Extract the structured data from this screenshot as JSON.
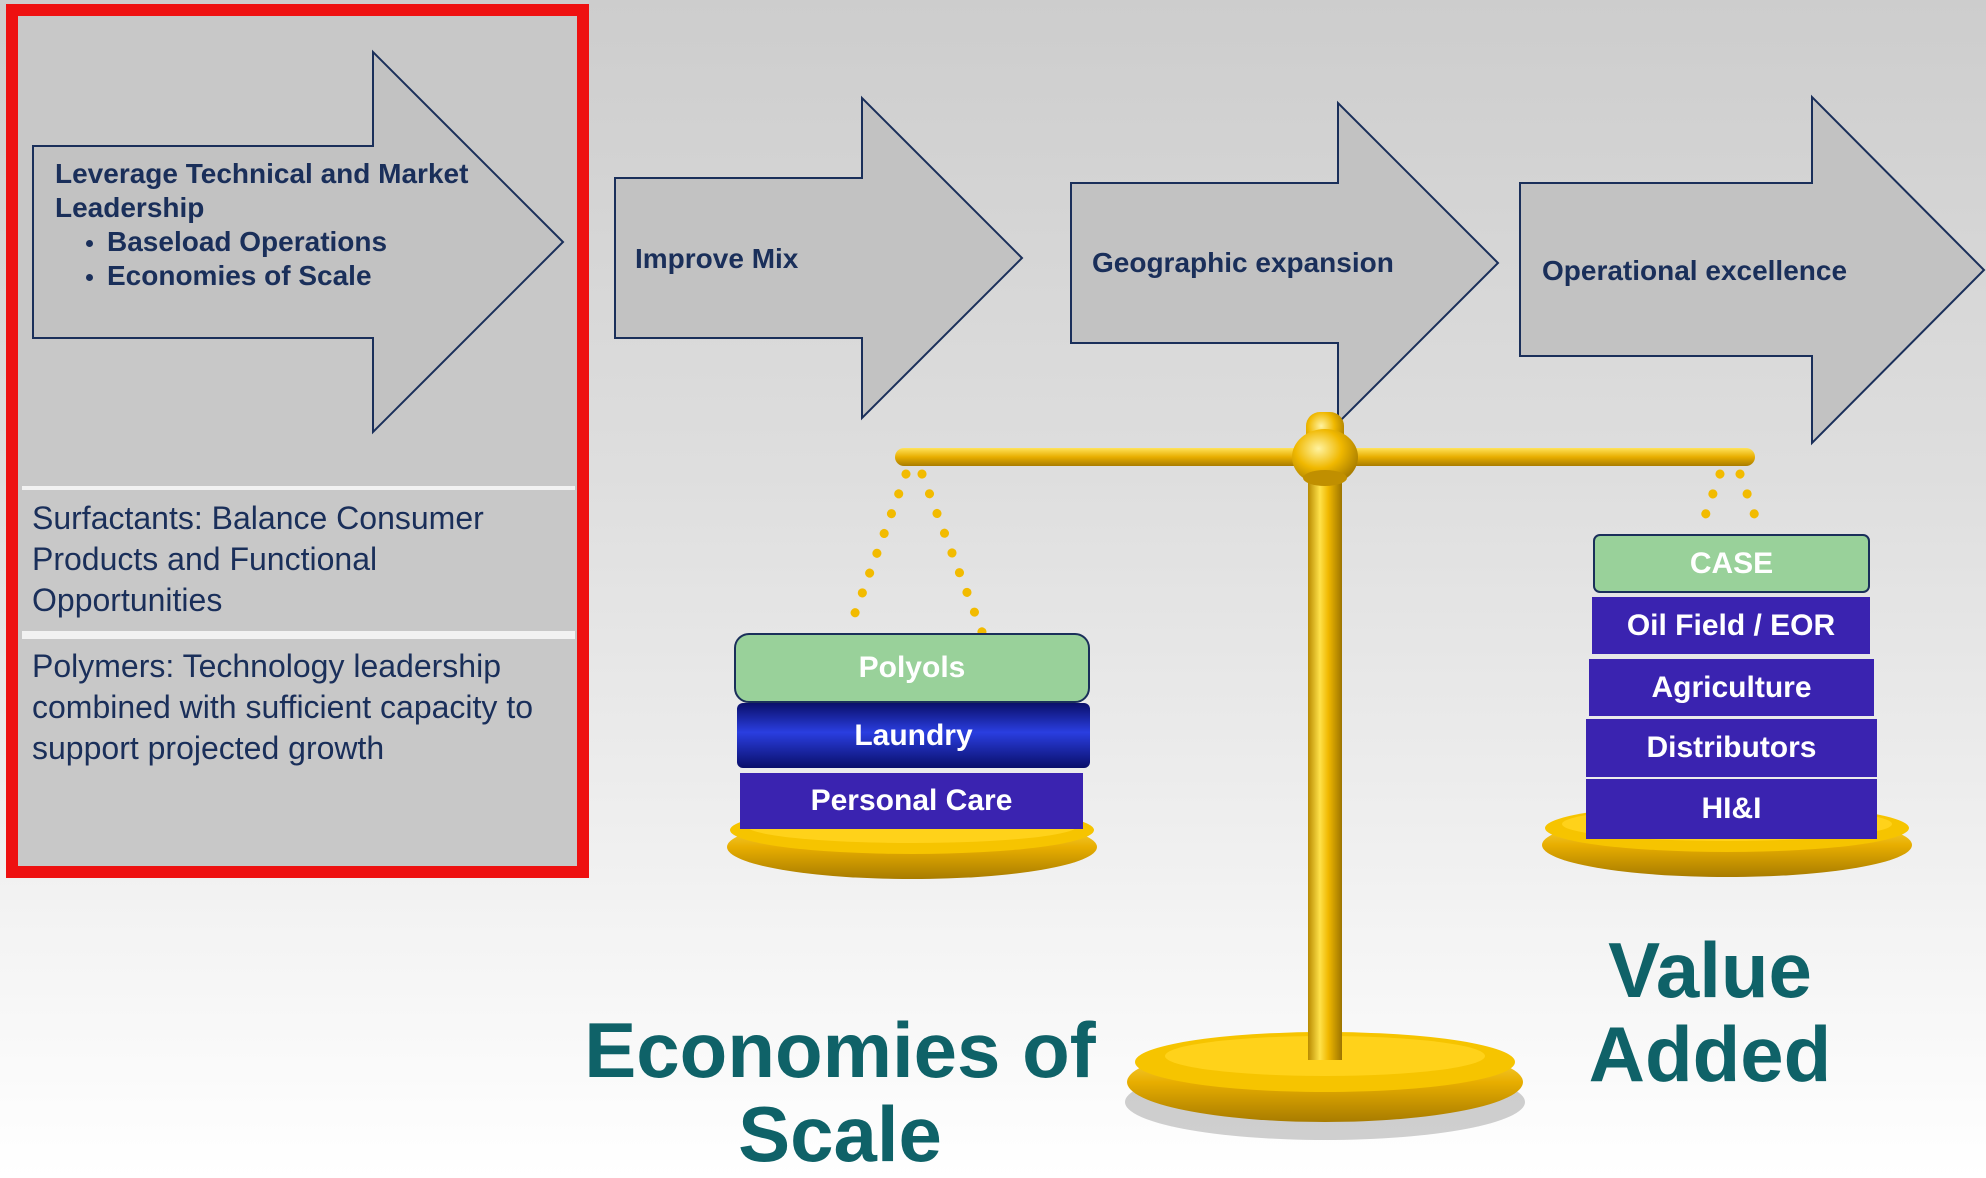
{
  "strategy_arrows": [
    {
      "title": "Leverage Technical and Market Leadership",
      "bullets": [
        "Baseload Operations",
        "Economies of Scale"
      ]
    },
    {
      "title": "Improve Mix"
    },
    {
      "title": "Geographic expansion"
    },
    {
      "title": "Operational excellence"
    }
  ],
  "panel": {
    "surfactants": "Surfactants: Balance Consumer Products and Functional Opportunities",
    "polymers": "Polymers: Technology leadership combined with sufficient capacity to support projected growth"
  },
  "scale": {
    "left_pan_blocks": [
      "Polyols",
      "Laundry",
      "Personal Care"
    ],
    "right_pan_blocks": [
      "CASE",
      "Oil Field / EOR",
      "Agriculture",
      "Distributors",
      "HI&I"
    ],
    "left_label": "Economies of Scale",
    "right_label": "Value Added"
  },
  "colors": {
    "highlight_border": "#ee1111",
    "arrow_fill": "#c2c2c2",
    "arrow_stroke": "#1a2f5a",
    "text_navy": "#1a2f5a",
    "gold": "#f2bb00",
    "green_block": "#99d19a",
    "purple_block": "#3a23b0",
    "blue_block": "#1428b8",
    "teal_label": "#0f6268"
  }
}
